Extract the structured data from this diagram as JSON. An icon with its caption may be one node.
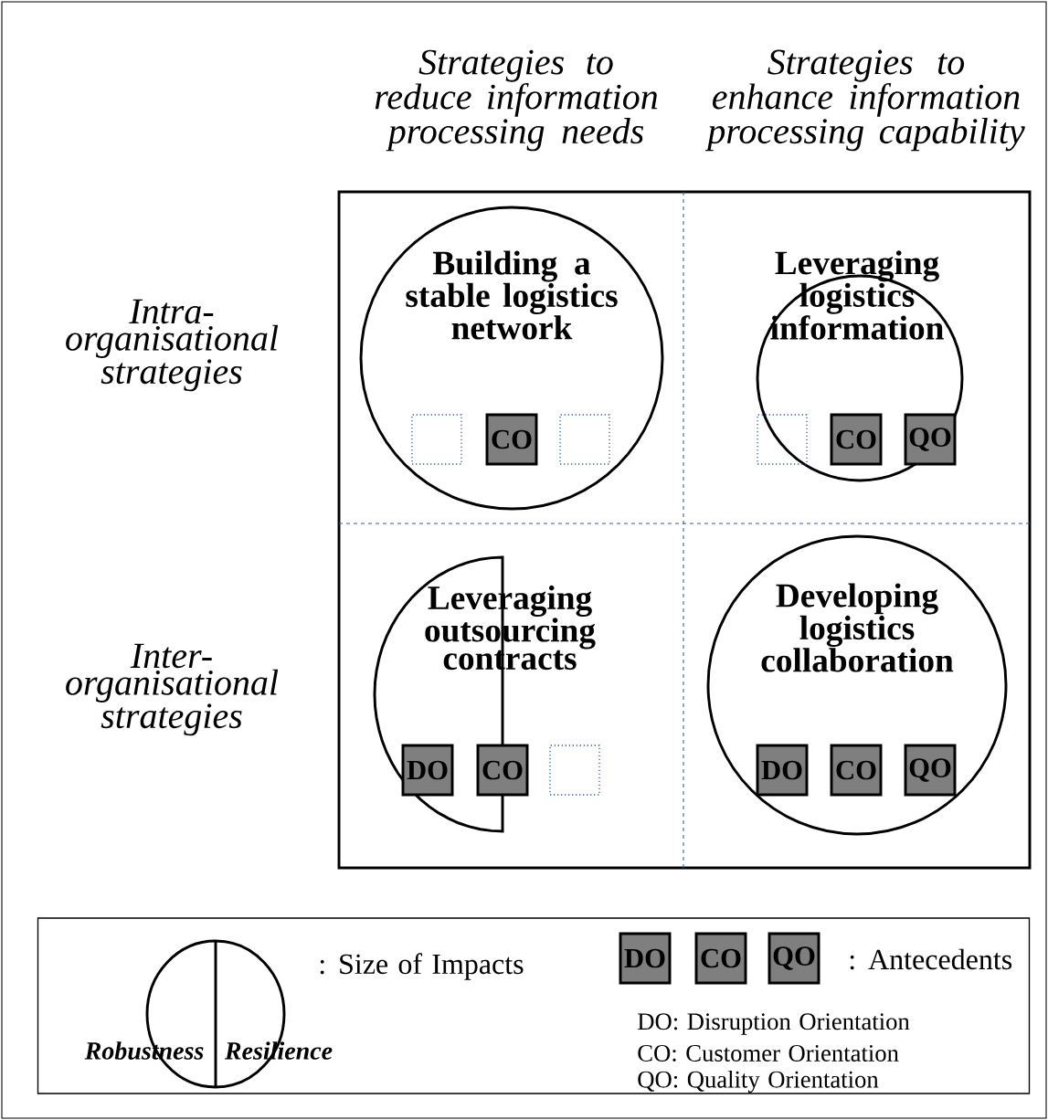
{
  "diagram": {
    "nodes": [
      {
        "text": [
          "Building a stable logistics network"
        ]
      },
      {
        "text": [],
        "shape": "box",
        "in": 0
      },
      {
        "text": [
          "CO"
        ],
        "in": 0
      },
      {
        "text": [],
        "shape": "box",
        "in": 0
      },
      {
        "text": [
          "Leveraging logistics information"
        ]
      },
      {
        "text": [],
        "shape": "box",
        "in": 4
      },
      {
        "text": [
          "CO"
        ],
        "in": 4
      },
      {
        "text": [
          "QO"
        ],
        "in": 4
      },
      {
        "text": [
          "Leveraging outsourcing contracts"
        ]
      },
      {
        "text": [
          "DO"
        ],
        "in": 8
      },
      {
        "text": [
          "CO"
        ]
      },
      {
        "text": [],
        "shape": "box"
      },
      {
        "text": [
          "Developing logistics collaboration"
        ]
      },
      {
        "text": [
          "DO"
        ],
        "in": 12
      },
      {
        "text": [
          "CO"
        ],
        "in": 12
      },
      {
        "text": [
          "QO"
        ],
        "in": 12
      },
      {
        "text": [],
        "shape": "box"
      },
      {
        "text": [
          "Robustness",
          "Resilience"
        ],
        "in": 16
      },
      {
        "text": [
          "DO"
        ],
        "in": 16
      },
      {
        "text": [
          "CO"
        ],
        "in": 16
      },
      {
        "text": [
          "QO"
        ],
        "in": 16
      }
    ],
    "labels": [
      "Strategies to reduce information processing needs",
      "Strategies to enhance information processing capability",
      "Intra-organisational strategies",
      "Inter-organisational strategies",
      ": Size of Impacts",
      ": Antecedents",
      "DO: Disruption Orientation",
      "CO: Customer Orientation",
      "QO: Quality Orientation"
    ]
  }
}
